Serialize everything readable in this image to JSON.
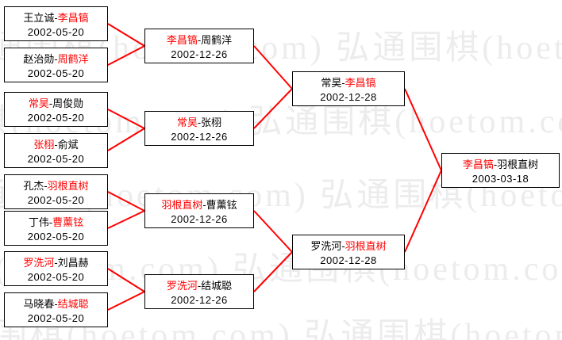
{
  "colors": {
    "winner": "#ff0000",
    "line": "#ff0000",
    "box_border": "#000000",
    "text": "#000000",
    "watermark": "#ececec",
    "background": "#ffffff"
  },
  "watermark": {
    "text": "弘通围棋(hoetom.com)"
  },
  "bracket": {
    "sep": "-",
    "round1": [
      {
        "n1": "王立诚",
        "n2": "李昌镐",
        "winner": "n2",
        "date": "2002-05-20"
      },
      {
        "n1": "赵治勋",
        "n2": "周鹤洋",
        "winner": "n2",
        "date": "2002-05-20"
      },
      {
        "n1": "常昊",
        "n2": "周俊勋",
        "winner": "n1",
        "date": "2002-05-20"
      },
      {
        "n1": "张栩",
        "n2": "俞斌",
        "winner": "n1",
        "date": "2002-05-20"
      },
      {
        "n1": "孔杰",
        "n2": "羽根直树",
        "winner": "n2",
        "date": "2002-05-20"
      },
      {
        "n1": "丁伟",
        "n2": "曹薰铉",
        "winner": "n2",
        "date": "2002-05-20"
      },
      {
        "n1": "罗洗河",
        "n2": "刘昌赫",
        "winner": "n1",
        "date": "2002-05-20"
      },
      {
        "n1": "马晓春",
        "n2": "结城聪",
        "winner": "n2",
        "date": "2002-05-20"
      }
    ],
    "round2": [
      {
        "n1": "李昌镐",
        "n2": "周鹤洋",
        "winner": "n1",
        "date": "2002-12-26"
      },
      {
        "n1": "常昊",
        "n2": "张栩",
        "winner": "n1",
        "date": "2002-12-26"
      },
      {
        "n1": "羽根直树",
        "n2": "曹薰铉",
        "winner": "n1",
        "date": "2002-12-26"
      },
      {
        "n1": "罗洗河",
        "n2": "结城聪",
        "winner": "n1",
        "date": "2002-12-26"
      }
    ],
    "round3": [
      {
        "n1": "常昊",
        "n2": "李昌镐",
        "winner": "n2",
        "date": "2002-12-28"
      },
      {
        "n1": "罗洗河",
        "n2": "羽根直树",
        "winner": "n2",
        "date": "2002-12-28"
      }
    ],
    "final": [
      {
        "n1": "李昌镐",
        "n2": "羽根直树",
        "winner": "n1",
        "date": "2003-03-18"
      }
    ]
  }
}
